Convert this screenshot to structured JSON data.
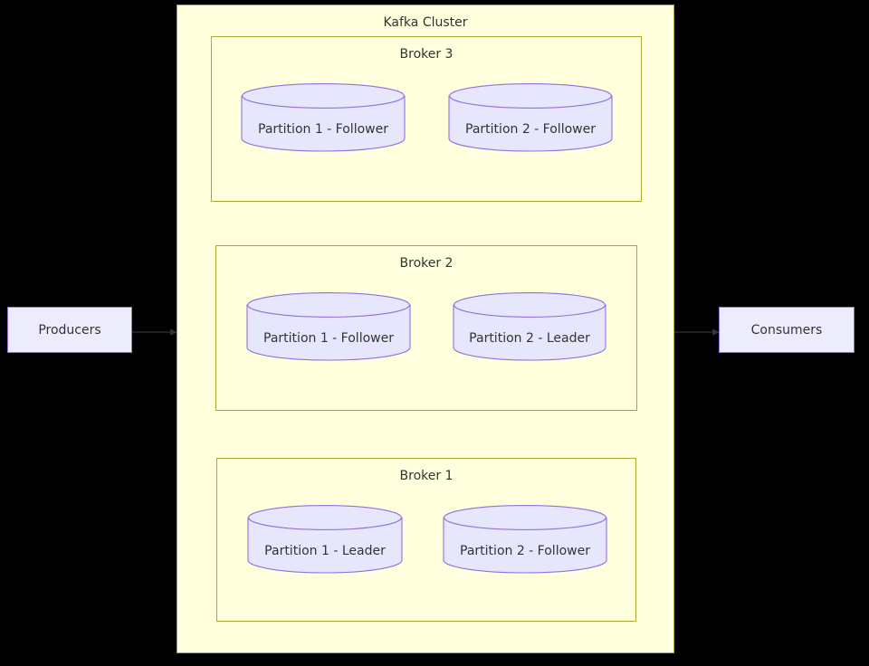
{
  "diagram": {
    "title": "Kafka Cluster",
    "background_color": "#000000",
    "cluster_fill": "#ffffde",
    "cluster_border": "#aaaa33",
    "node_fill": "#e6e6fc",
    "node_border": "#9370db",
    "text_color": "#333333",
    "arrow_color": "#333333"
  },
  "producers": {
    "label": "Producers"
  },
  "consumers": {
    "label": "Consumers"
  },
  "arrows": [
    {
      "name": "producers-to-cluster",
      "from": "Producers",
      "to": "Kafka Cluster"
    },
    {
      "name": "cluster-to-consumers",
      "from": "Kafka Cluster",
      "to": "Consumers"
    }
  ],
  "brokers": [
    {
      "id": "broker-3",
      "title": "Broker 3",
      "partitions": [
        {
          "label": "Partition 1 - Follower",
          "role": "Follower",
          "partition": 1
        },
        {
          "label": "Partition 2 - Follower",
          "role": "Follower",
          "partition": 2
        }
      ]
    },
    {
      "id": "broker-2",
      "title": "Broker 2",
      "partitions": [
        {
          "label": "Partition 1 - Follower",
          "role": "Follower",
          "partition": 1
        },
        {
          "label": "Partition 2 - Leader",
          "role": "Leader",
          "partition": 2
        }
      ]
    },
    {
      "id": "broker-1",
      "title": "Broker 1",
      "partitions": [
        {
          "label": "Partition 1 - Leader",
          "role": "Leader",
          "partition": 1
        },
        {
          "label": "Partition 2 - Follower",
          "role": "Follower",
          "partition": 2
        }
      ]
    }
  ]
}
